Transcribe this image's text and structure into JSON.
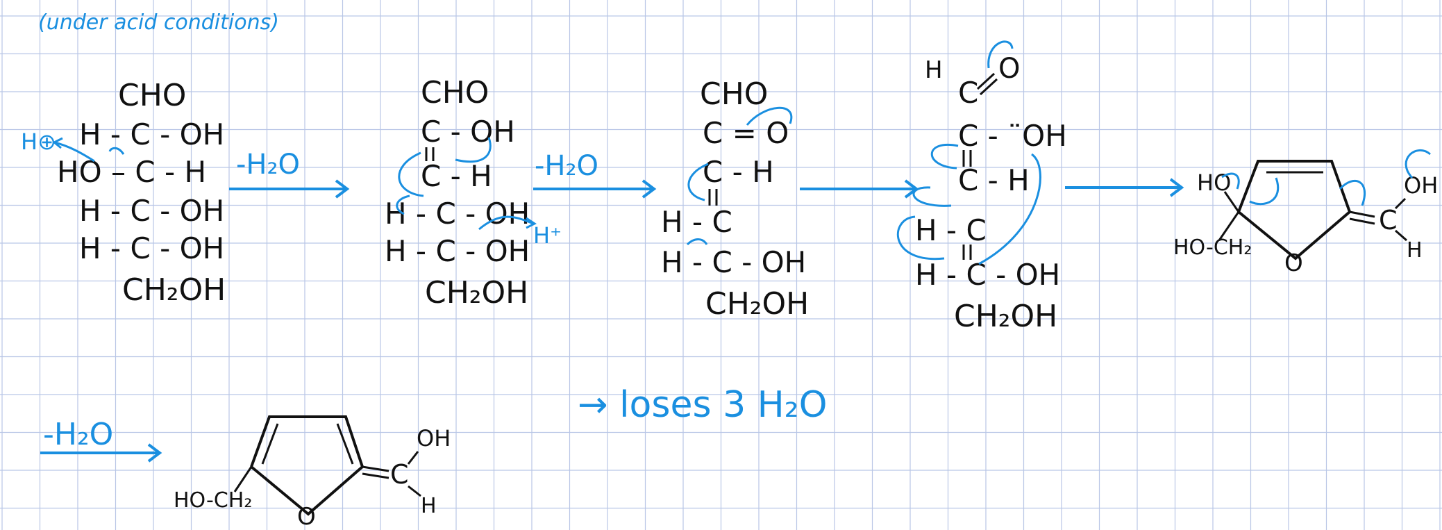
{
  "header_note": "(under acid conditions)",
  "colors": {
    "ink": "#111111",
    "annot": "#1a8fe0",
    "grid": "#b9c6e6",
    "paper": "#ffffff"
  },
  "steps": {
    "step1_label": "-H₂O",
    "step2_label": "-H₂O",
    "step5_label": "-H₂O",
    "summary": "→ loses 3 H₂O"
  },
  "mol1": {
    "r1": "CHO",
    "r2": "H - C - OH",
    "r3": "HO – C - H",
    "r4": "H - C - OH",
    "r5": "H - C - OH",
    "r6": "CH₂OH",
    "hplus": "H⊕"
  },
  "mol2": {
    "r1": "CHO",
    "r2": "C - OH",
    "r3": "C - H",
    "r4": "H - C - OH",
    "r5": "H - C - OH",
    "r6": "CH₂OH",
    "hplus": "H⁺"
  },
  "mol3": {
    "r1": "CHO",
    "r2": "C = O",
    "r3": "C - H",
    "r4": "H - C",
    "r5": "H - C - OH",
    "r6": "CH₂OH"
  },
  "mol4": {
    "h": "H",
    "o": "O",
    "r2": "C - ¨OH",
    "r3": "C - H",
    "r4": "H - C",
    "r5": "H - C - OH",
    "r6": "CH₂OH"
  },
  "mol5": {
    "ho": "HO",
    "ch2": "HO-CH₂",
    "ring_o": "O",
    "oh": "OH",
    "c": "C",
    "h": "H"
  },
  "mol6": {
    "ch2": "HO-CH₂",
    "ring_o": "O",
    "oh": "OH",
    "c": "C",
    "h": "H"
  }
}
